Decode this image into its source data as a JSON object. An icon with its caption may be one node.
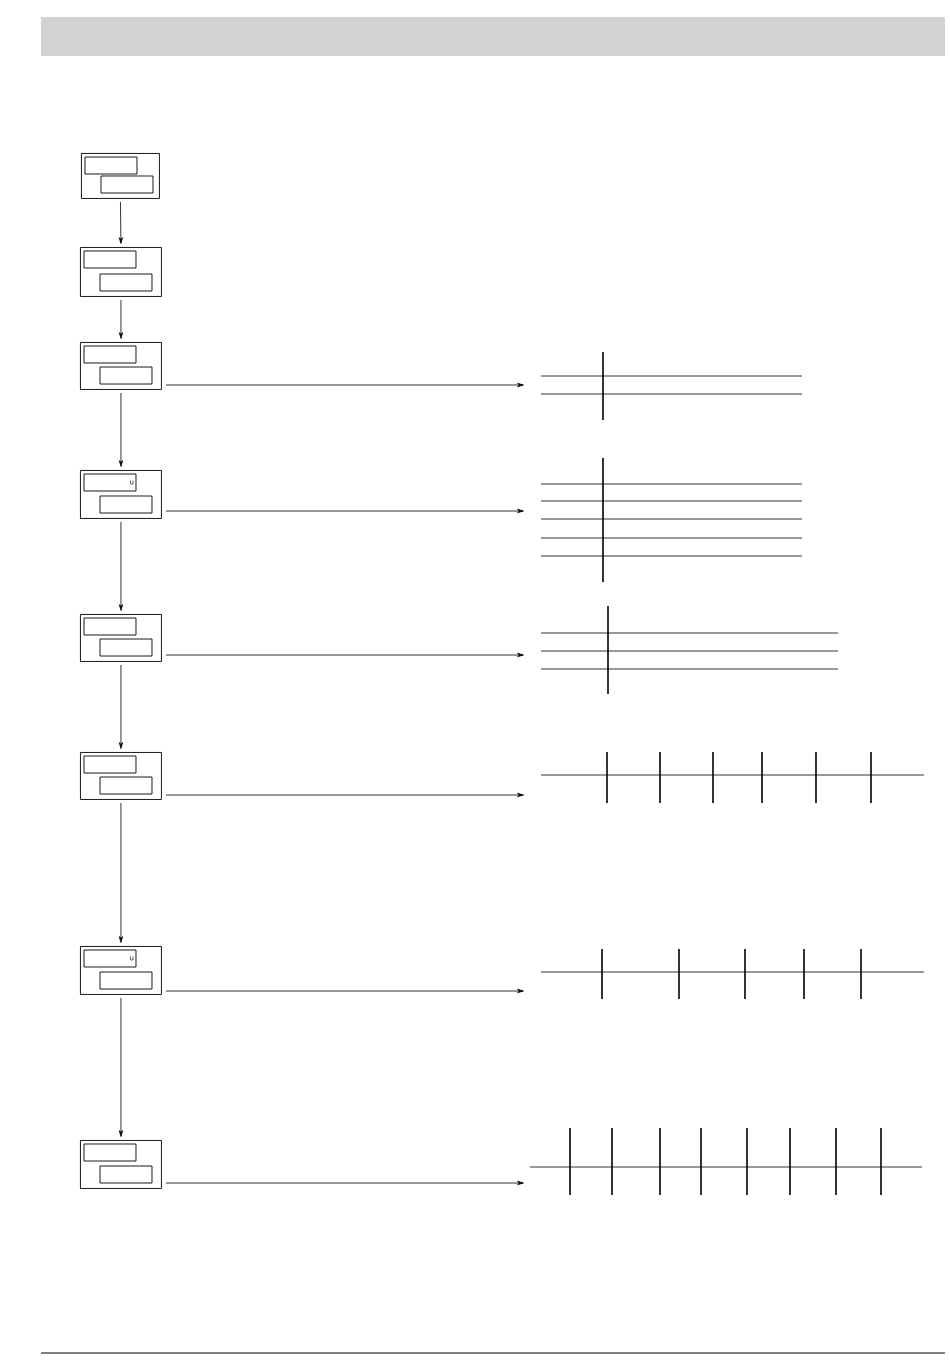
{
  "diagram": {
    "nodes": [
      {
        "text": [],
        "shape": "box"
      },
      {
        "text": [],
        "shape": "box"
      },
      {
        "text": [],
        "shape": "box"
      },
      {
        "text": [
          "u"
        ]
      },
      {
        "text": [],
        "shape": "box"
      },
      {
        "text": [],
        "shape": "box"
      },
      {
        "text": [
          "u"
        ]
      },
      {
        "text": [],
        "shape": "box"
      },
      {
        "text": [],
        "shape": "table"
      },
      {
        "text": [],
        "shape": "table"
      },
      {
        "text": [],
        "shape": "table"
      },
      {
        "text": [],
        "shape": "scale"
      },
      {
        "text": [],
        "shape": "scale"
      },
      {
        "text": [],
        "shape": "scale"
      }
    ],
    "edges": [
      {
        "from": 0,
        "to": 1,
        "arrow": "to"
      },
      {
        "from": 1,
        "to": 2,
        "arrow": "to"
      },
      {
        "from": 2,
        "to": 3,
        "arrow": "to"
      },
      {
        "from": 3,
        "to": 4,
        "arrow": "to"
      },
      {
        "from": 4,
        "to": 5,
        "arrow": "to"
      },
      {
        "from": 5,
        "to": 6,
        "arrow": "to"
      },
      {
        "from": 6,
        "to": 7,
        "arrow": "to"
      },
      {
        "from": 2,
        "to": 8,
        "arrow": "to"
      },
      {
        "from": 3,
        "to": 9,
        "arrow": "to"
      },
      {
        "from": 4,
        "to": 10,
        "arrow": "to"
      },
      {
        "from": 5,
        "to": 11,
        "arrow": "to"
      },
      {
        "from": 6,
        "to": 12,
        "arrow": "to"
      },
      {
        "from": 7,
        "to": 13,
        "arrow": "to"
      }
    ]
  }
}
